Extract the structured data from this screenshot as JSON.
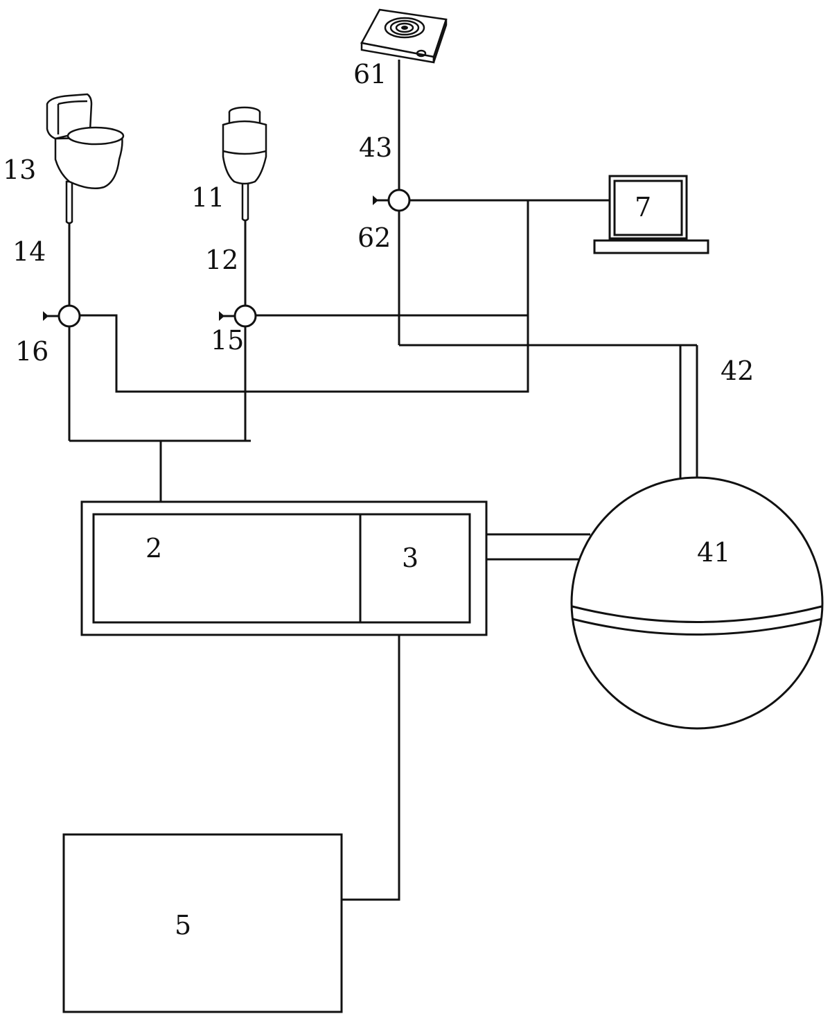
{
  "labels": {
    "toilet": "13",
    "toilet_pipe": "14",
    "valve_left": "16",
    "disposer": "11",
    "disposer_pipe": "12",
    "valve_middle": "15",
    "stove": "61",
    "gas_pipe": "43",
    "valve_right": "62",
    "computer": "7",
    "tank_pipe": "42",
    "box_left": "2",
    "box_right": "3",
    "tank": "41",
    "storage": "5"
  },
  "colors": {
    "line": "#111111",
    "background": "#ffffff"
  },
  "icons": [
    "toilet-icon",
    "food-waste-disposer-icon",
    "gas-stove-icon",
    "computer-icon",
    "valve-icon",
    "spherical-tank-icon"
  ]
}
